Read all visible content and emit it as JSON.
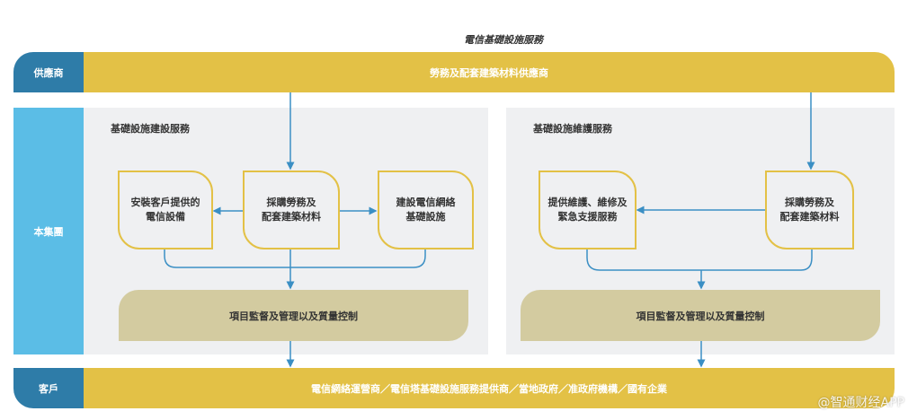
{
  "title": "電信基礎設施服務",
  "rows": {
    "supplier": {
      "label": "供應商",
      "content": "勞務及配套建築材料供應商"
    },
    "group": {
      "label": "本集團"
    },
    "customer": {
      "label": "客戶",
      "content": "電信網絡運營商／電信塔基礎設施服務提供商／當地政府／准政府機構／國有企業"
    }
  },
  "construction": {
    "title": "基礎設施建設服務",
    "boxes": [
      "安裝客戶提供的\n電信設備",
      "採購勞務及\n配套建築材料",
      "建設電信網絡\n基礎設施"
    ],
    "qc": "項目監督及管理以及質量控制"
  },
  "maintenance": {
    "title": "基礎設施維護服務",
    "boxes": [
      "提供維護、維修及\n緊急支援服務",
      "採購勞務及\n配套建築材料"
    ],
    "qc": "項目監督及管理以及質量控制"
  },
  "watermark": "@智通财经APP",
  "colors": {
    "dark_blue": "#2e7ca8",
    "light_blue": "#5bbde6",
    "yellow": "#e3c146",
    "khaki": "#d3cba0",
    "panel": "#eff0f2",
    "line": "#3b8fc4"
  }
}
